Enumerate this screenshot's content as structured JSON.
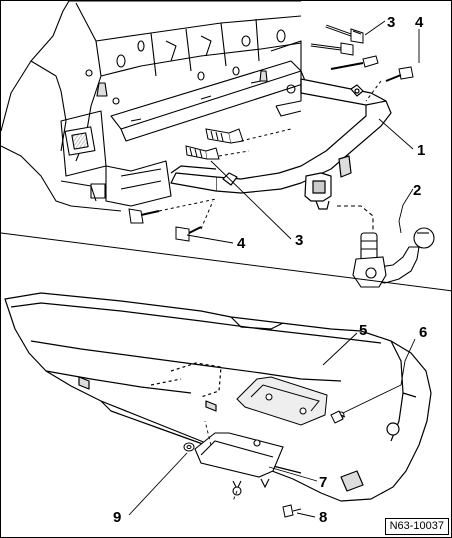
{
  "callouts": {
    "c1": "1",
    "c2": "2",
    "c3_top": "3",
    "c3_mid": "3",
    "c4_top": "4",
    "c4_mid": "4",
    "c5": "5",
    "c6": "6",
    "c7": "7",
    "c8": "8",
    "c9": "9"
  },
  "figure_ref": "N63-10037",
  "colors": {
    "line": "#000000",
    "shade": "#b8b8b8",
    "background": "#ffffff"
  }
}
